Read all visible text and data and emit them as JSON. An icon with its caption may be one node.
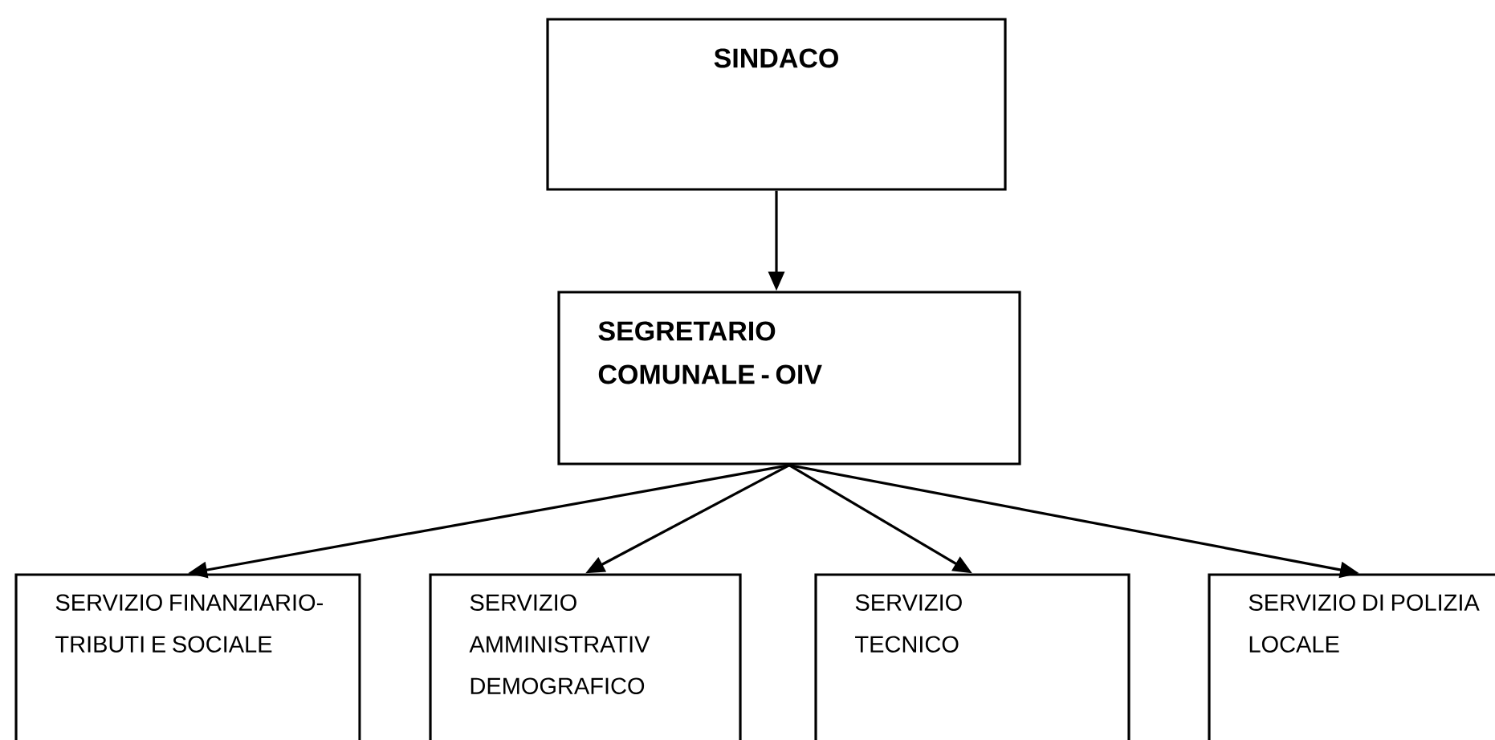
{
  "diagram": {
    "nodes": [
      {
        "text": [
          "SINDACO"
        ]
      },
      {
        "text": [
          "SEGRETARIO COMUNALE - OIV"
        ]
      },
      {
        "text": [
          "SERVIZIO FINANZIARIO- TRIBUTI E SOCIALE"
        ]
      },
      {
        "text": [
          "SERVIZIO AMMINISTRATIV DEMOGRAFICO"
        ]
      },
      {
        "text": [
          "SERVIZIO TECNICO"
        ]
      },
      {
        "text": [
          "SERVIZIO DI POLIZIA LOCALE"
        ]
      }
    ],
    "edges": [
      {
        "from": 0,
        "to": 1,
        "arrow": "to"
      },
      {
        "from": 1,
        "to": 2,
        "arrow": "to"
      },
      {
        "from": 1,
        "to": 3,
        "arrow": "to"
      },
      {
        "from": 1,
        "to": 4,
        "arrow": "to"
      },
      {
        "from": 1,
        "to": 5,
        "arrow": "to"
      }
    ]
  }
}
